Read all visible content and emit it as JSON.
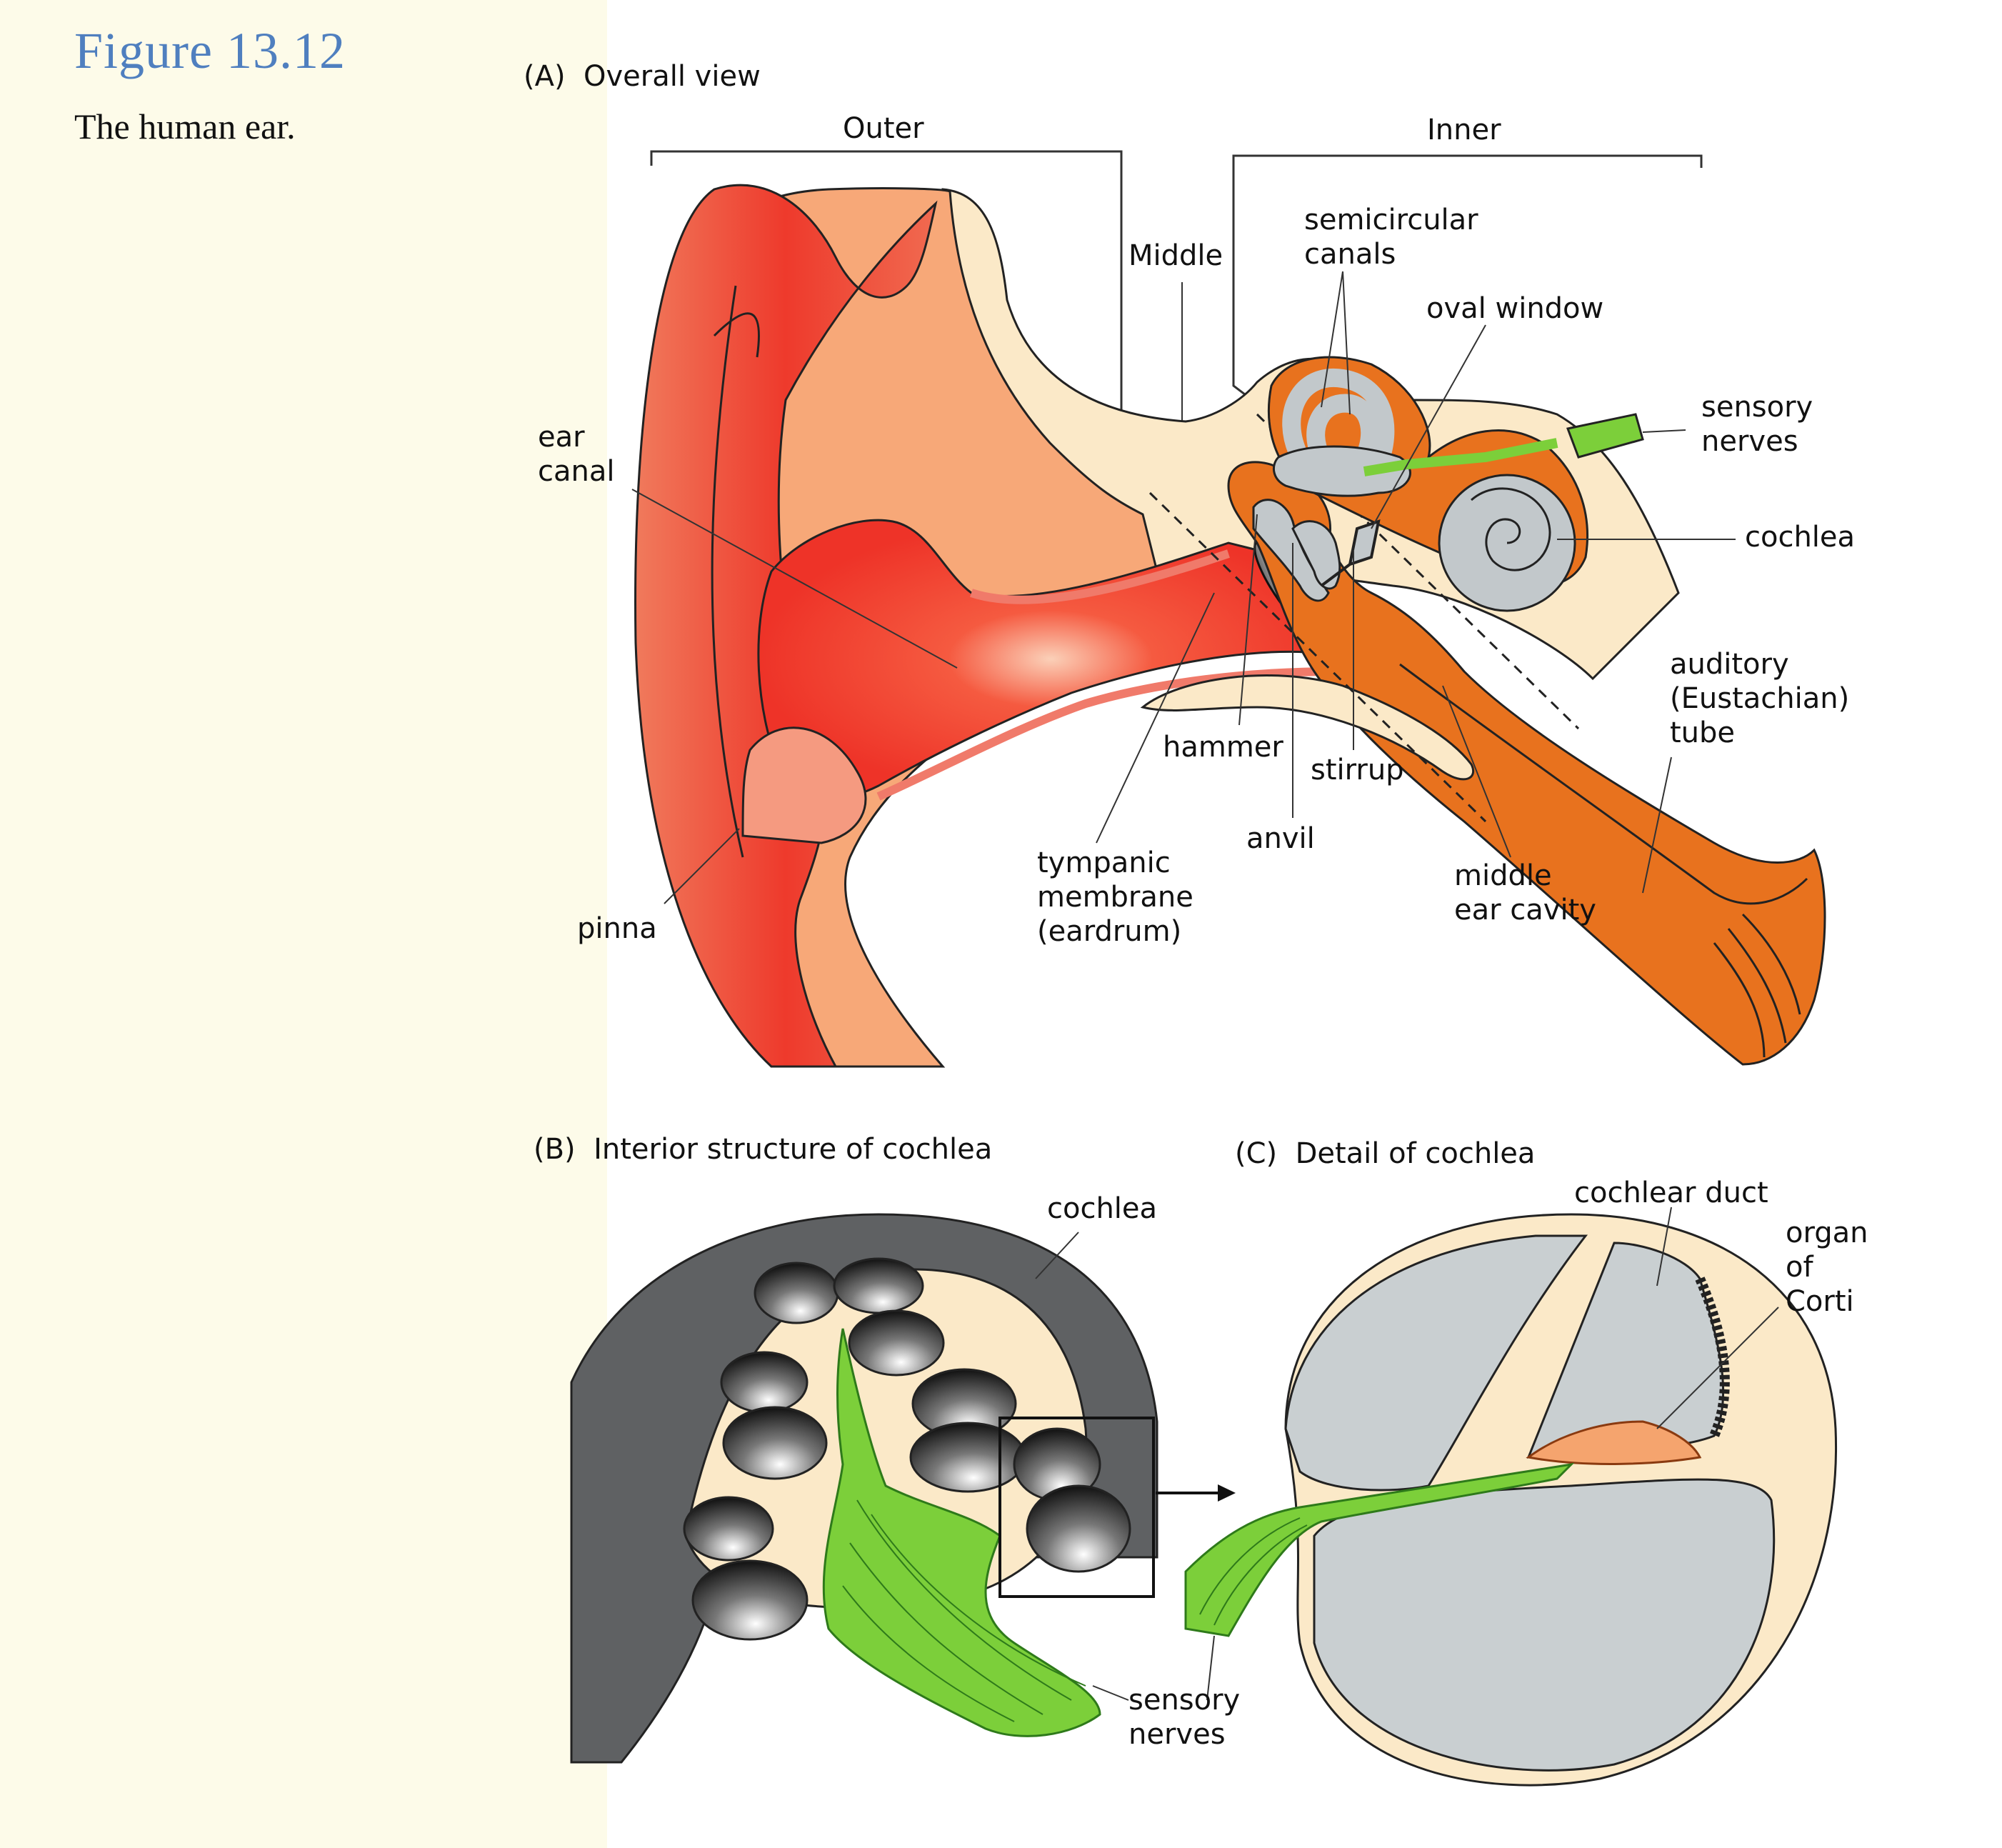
{
  "figure": {
    "number": "Figure 13.12",
    "caption": "The human ear."
  },
  "panels": {
    "a": {
      "label": "(A)  Overall view",
      "regions": {
        "outer": "Outer",
        "middle": "Middle",
        "inner": "Inner"
      },
      "labels": {
        "ear_canal": "ear\ncanal",
        "pinna": "pinna",
        "tympanic_membrane": "tympanic\nmembrane\n(eardrum)",
        "hammer": "hammer",
        "anvil": "anvil",
        "stirrup": "stirrup",
        "semicircular_canals": "semicircular\ncanals",
        "oval_window": "oval window",
        "sensory_nerves": "sensory\nnerves",
        "cochlea": "cochlea",
        "auditory_tube": "auditory\n(Eustachian)\ntube",
        "middle_ear_cavity": "middle\near cavity"
      }
    },
    "b": {
      "label": "(B)  Interior structure of cochlea",
      "labels": {
        "cochlea": "cochlea",
        "sensory_nerves": "sensory\nnerves"
      }
    },
    "c": {
      "label": "(C)  Detail of cochlea",
      "labels": {
        "cochlear_duct": "cochlear duct",
        "organ_of_corti": "organ\nof\nCorti"
      }
    }
  },
  "colors": {
    "title_blue": "#4f7fbf",
    "sidebar_cream": "#fdfbe9",
    "pinna_red": "#ee3b2e",
    "skin_peach": "#f7a878",
    "bone_cream": "#fbe9c8",
    "middle_orange": "#e8721e",
    "inner_gray": "#c2c8cb",
    "nerve_green": "#7ccf3a",
    "cochlea_dark": "#5f6163",
    "fluid_gray": "#c9cfd1"
  }
}
